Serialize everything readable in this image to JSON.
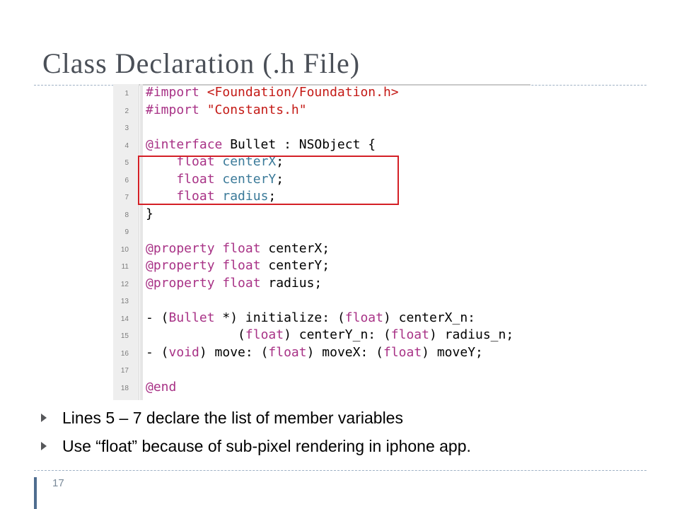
{
  "slide": {
    "title": "Class Declaration (.h File)",
    "page_number": "17",
    "bullets": [
      "Lines 5 – 7 declare the list of member variables",
      "Use “float” because of sub-pixel rendering in iphone app."
    ]
  },
  "code": {
    "line_numbers": [
      "1",
      "2",
      "3",
      "4",
      "5",
      "6",
      "7",
      "8",
      "9",
      "10",
      "11",
      "12",
      "13",
      "14",
      "15",
      "16",
      "17",
      "18"
    ],
    "lines": {
      "l1_kw": "#import",
      "l1_str": "<Foundation/Foundation.h>",
      "l2_kw": "#import",
      "l2_str": "\"Constants.h\"",
      "l4_kw": "@interface",
      "l4_rest": " Bullet : NSObject {",
      "l5_kw": "    float",
      "l5_id": " centerX",
      "l6_kw": "    float",
      "l6_id": " centerY",
      "l7_kw": "    float",
      "l7_id": " radius",
      "l8": "}",
      "l10_kw": "@property float",
      "l10_rest": " centerX;",
      "l11_kw": "@property float",
      "l11_rest": " centerY;",
      "l12_kw": "@property float",
      "l12_rest": " radius;",
      "l14_a": "- (",
      "l14_b": "Bullet",
      "l14_c": " *) initialize: (",
      "l14_d": "float",
      "l14_e": ") centerX_n:",
      "l15_a": "            (",
      "l15_b": "float",
      "l15_c": ") centerY_n: (",
      "l15_d": "float",
      "l15_e": ") radius_n;",
      "l16_a": "- (",
      "l16_b": "void",
      "l16_c": ") move: (",
      "l16_d": "float",
      "l16_e": ") moveX: (",
      "l16_f": "float",
      "l16_g": ") moveY;",
      "l18_kw": "@end"
    }
  },
  "colors": {
    "keyword": "#a83286",
    "string": "#c41a16",
    "member": "#3b7a99",
    "highlight_box": "#d41f26"
  }
}
